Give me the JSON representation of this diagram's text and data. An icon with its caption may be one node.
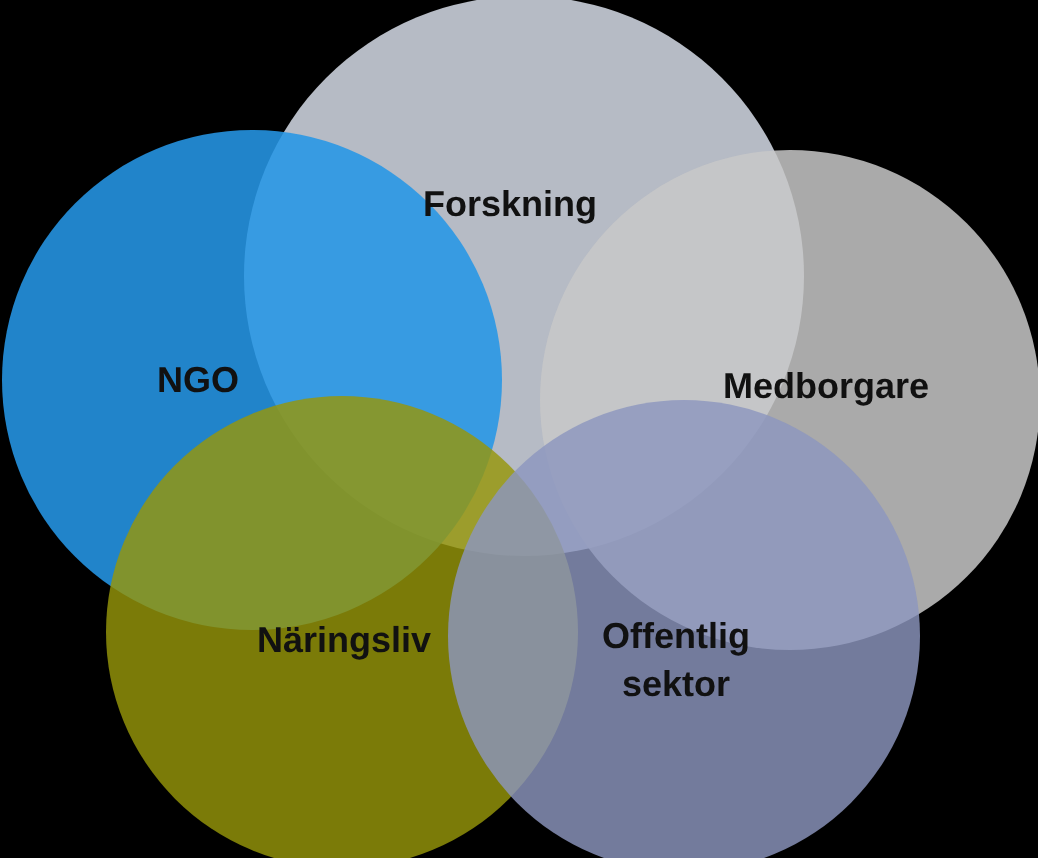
{
  "diagram": {
    "nodes": [
      {
        "text": [
          "Forskning"
        ]
      },
      {
        "text": [
          "NGO"
        ]
      },
      {
        "text": [
          "Medborgare"
        ]
      },
      {
        "text": [
          "Näringsliv"
        ]
      },
      {
        "text": [
          "Offentlig sektor"
        ]
      }
    ]
  }
}
